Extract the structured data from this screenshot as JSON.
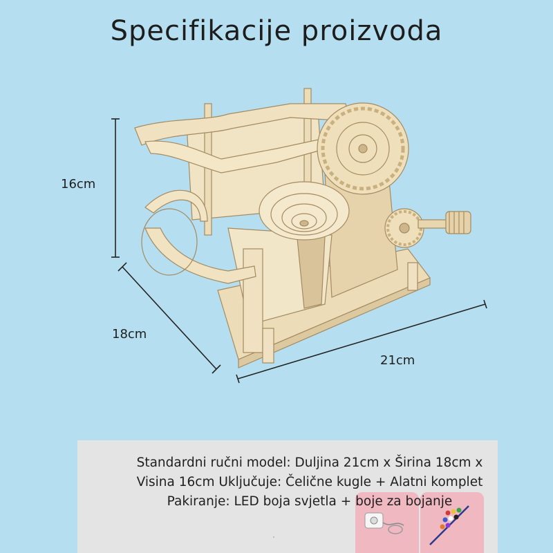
{
  "page": {
    "title": "Specifikacije proizvoda",
    "background_color": "#b5dff0"
  },
  "dimensions": {
    "height_label": "16cm",
    "depth_label": "18cm",
    "width_label": "21cm"
  },
  "specs": {
    "text": "Standardni ručni model: Duljina 21cm x Širina 18cm x Visina 16cm Uključuje: Čelične kugle + Alatni komplet Pakiranje: LED boja svjetla + boje za bojanje"
  },
  "product": {
    "image_icon": "wooden-marble-run-model-icon",
    "wood_color": "#ecdcb8"
  },
  "thumbnails": [
    {
      "icon": "led-light-icon"
    },
    {
      "icon": "paint-set-icon"
    }
  ]
}
